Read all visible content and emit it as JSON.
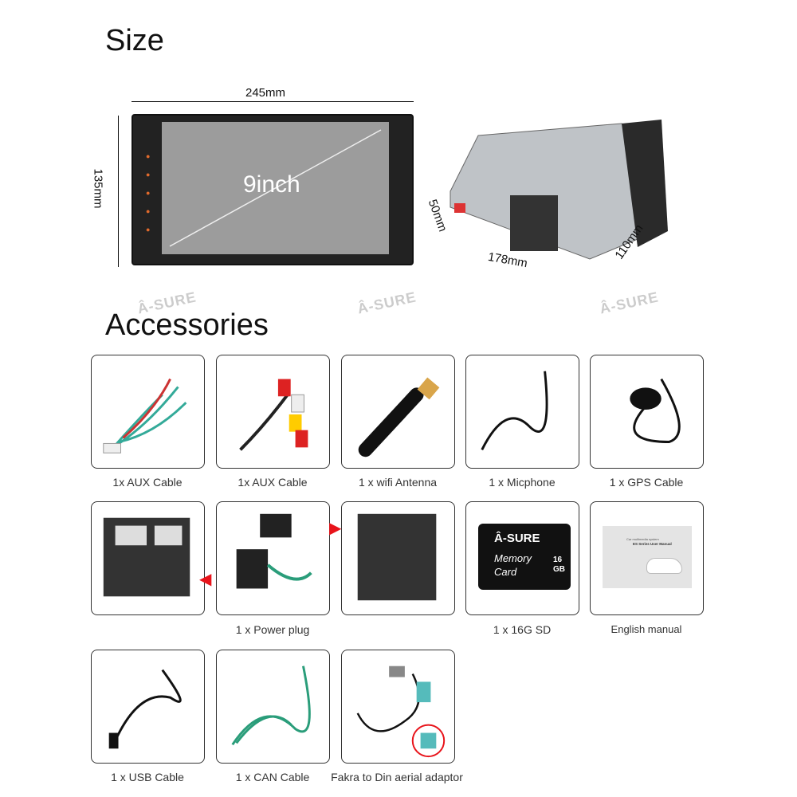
{
  "size_section": {
    "title": "Size",
    "width": "245mm",
    "height": "135mm",
    "screen": "9inch",
    "depth_height": "50mm",
    "depth_width": "178mm",
    "depth_length": "110mm"
  },
  "watermark": "Â-SURE",
  "accessories_section": {
    "title": "Accessories",
    "items": [
      {
        "label": "1x AUX Cable"
      },
      {
        "label": "1x AUX Cable"
      },
      {
        "label": "1 x wifi Antenna"
      },
      {
        "label": "1 x Micphone"
      },
      {
        "label": "1 x GPS Cable"
      },
      {
        "label": "1 x Power plug"
      },
      {
        "label": "1 x 16G  SD"
      },
      {
        "label": "English manual"
      },
      {
        "label": "1 x USB Cable"
      },
      {
        "label": "1 x CAN Cable"
      },
      {
        "label": "Fakra to Din aerial adaptor"
      }
    ],
    "sd_card": {
      "brand": "Â-SURE",
      "line1": "Memory",
      "line2": "Card",
      "capacity": "16",
      "unit": "GB"
    },
    "manual": {
      "line1": "Car multimedia system",
      "line2": "ES Series User Manual"
    }
  },
  "colors": {
    "arrow_red": "#e8141b",
    "cable_green": "#2a9d7a",
    "screen_gray": "#9c9c9c"
  }
}
